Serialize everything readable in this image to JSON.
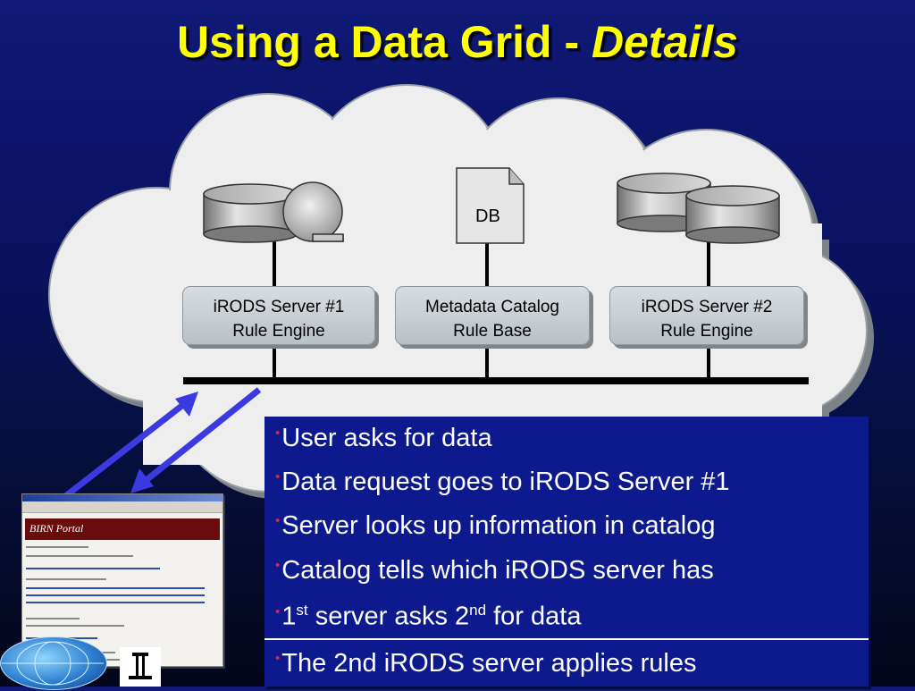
{
  "slide": {
    "title_main": "Using a Data Grid - ",
    "title_italic": "Details"
  },
  "diagram": {
    "db_label": "DB",
    "servers": [
      {
        "line1": "iRODS Server #1",
        "line2": "Rule Engine"
      },
      {
        "line1": "Metadata Catalog",
        "line2": "Rule Base"
      },
      {
        "line1": "iRODS Server #2",
        "line2": "Rule Engine"
      }
    ]
  },
  "bullets": {
    "b1": "User asks for data",
    "b2": "Data request goes to iRODS Server #1",
    "b3": "Server looks up information in catalog",
    "b4": "Catalog tells which iRODS server has",
    "b5_a": "1",
    "b5_sup1": "st",
    "b5_b": " server asks 2",
    "b5_sup2": "nd",
    "b5_c": " for data",
    "b6": "The 2nd iRODS server applies rules"
  },
  "colors": {
    "title": "#ffff00",
    "bullet_marker": "#e0243a",
    "bullet_panel": "#0c1a8e",
    "arrow": "#3a3ae0"
  }
}
